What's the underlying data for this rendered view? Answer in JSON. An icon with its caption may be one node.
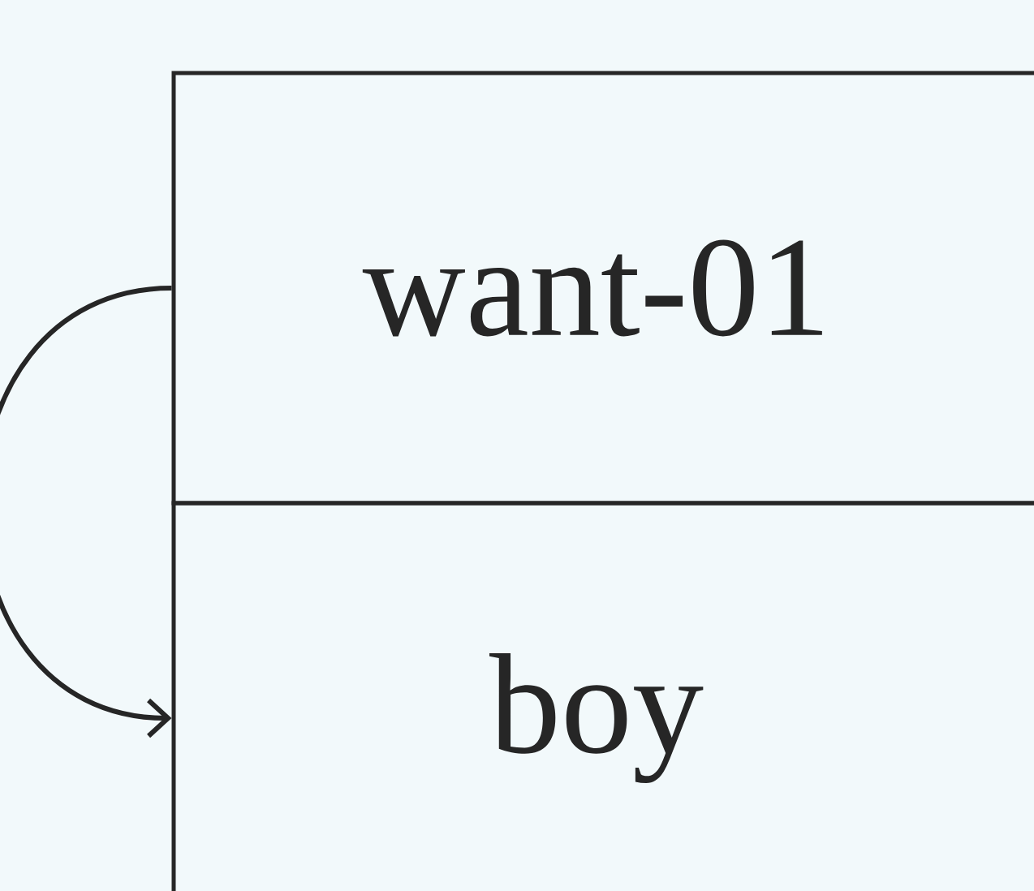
{
  "diagram": {
    "nodes": [
      {
        "text": [
          "want-01"
        ]
      },
      {
        "text": [
          "boy"
        ]
      }
    ],
    "edges": [
      {
        "from": 0,
        "to": 1,
        "arrow": "to"
      }
    ]
  }
}
